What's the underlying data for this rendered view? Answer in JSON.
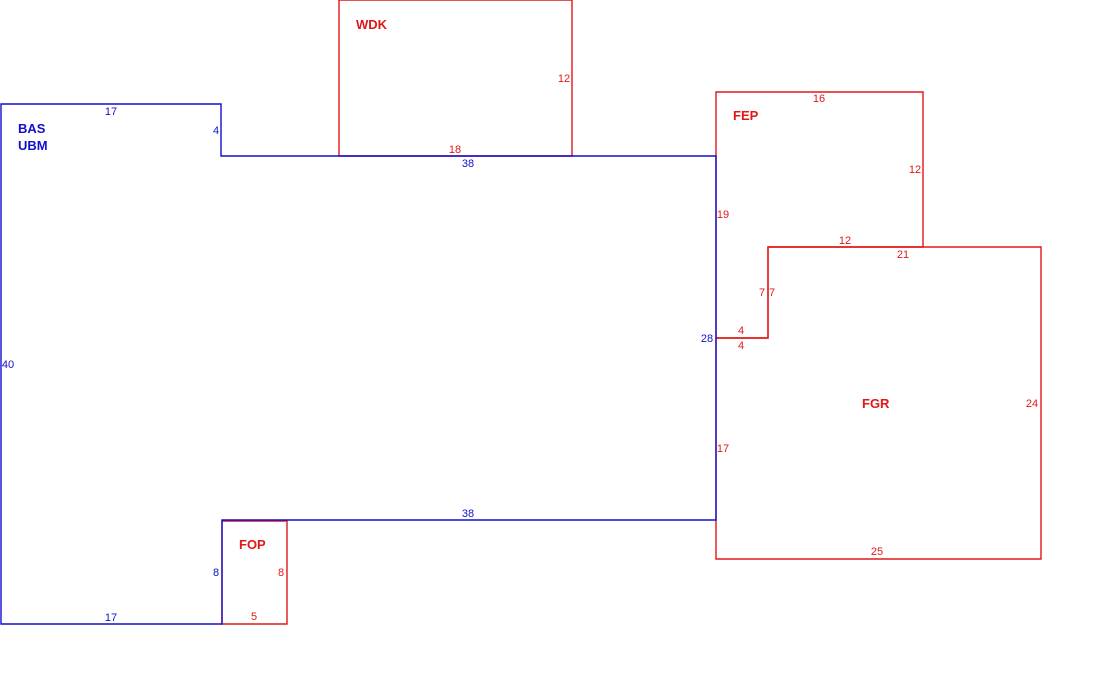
{
  "colors": {
    "primary": "#1010cc",
    "addon": "#e01818"
  },
  "areas": {
    "bas": {
      "label_1": "BAS",
      "label_2": "UBM",
      "color": "#1010cc"
    },
    "wdk": {
      "label": "WDK",
      "color": "#e01818"
    },
    "fep": {
      "label": "FEP",
      "color": "#e01818"
    },
    "fgr": {
      "label": "FGR",
      "color": "#e01818"
    },
    "fop": {
      "label": "FOP",
      "color": "#e01818"
    }
  },
  "dimensions": {
    "bas": {
      "top_left": "17",
      "notch": "4",
      "top_main": "38",
      "left": "40",
      "right_total": "28",
      "right_upper": "19",
      "right_lower": "17",
      "bottom_main": "38",
      "notch_bottom": "8",
      "bottom_left": "17"
    },
    "wdk": {
      "right": "12",
      "bottom": "18"
    },
    "fep": {
      "top": "16",
      "right": "12",
      "bottom": "12",
      "inner_vertical": "7",
      "inner_horizontal": "4"
    },
    "fgr": {
      "top": "21",
      "right": "24",
      "bottom": "25",
      "inner_vertical": "7",
      "inner_horizontal": "4"
    },
    "fop": {
      "right": "8",
      "bottom": "5"
    }
  }
}
